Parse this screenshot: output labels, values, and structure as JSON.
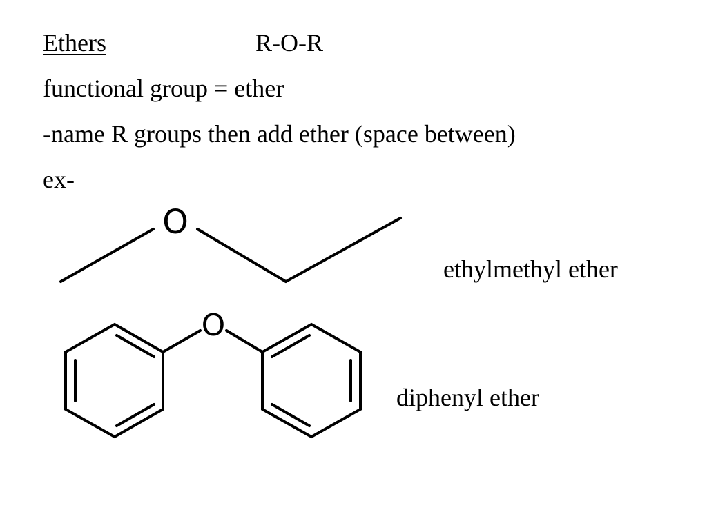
{
  "slide": {
    "heading": {
      "title": "Ethers",
      "formula": "R-O-R"
    },
    "lines": [
      "functional group = ether",
      "-name R groups then add ether (space between)",
      "ex-"
    ],
    "examples": [
      {
        "name": "ethylmethyl ether",
        "atom_label": "O"
      },
      {
        "name": "diphenyl ether",
        "atom_label": "O"
      }
    ]
  }
}
